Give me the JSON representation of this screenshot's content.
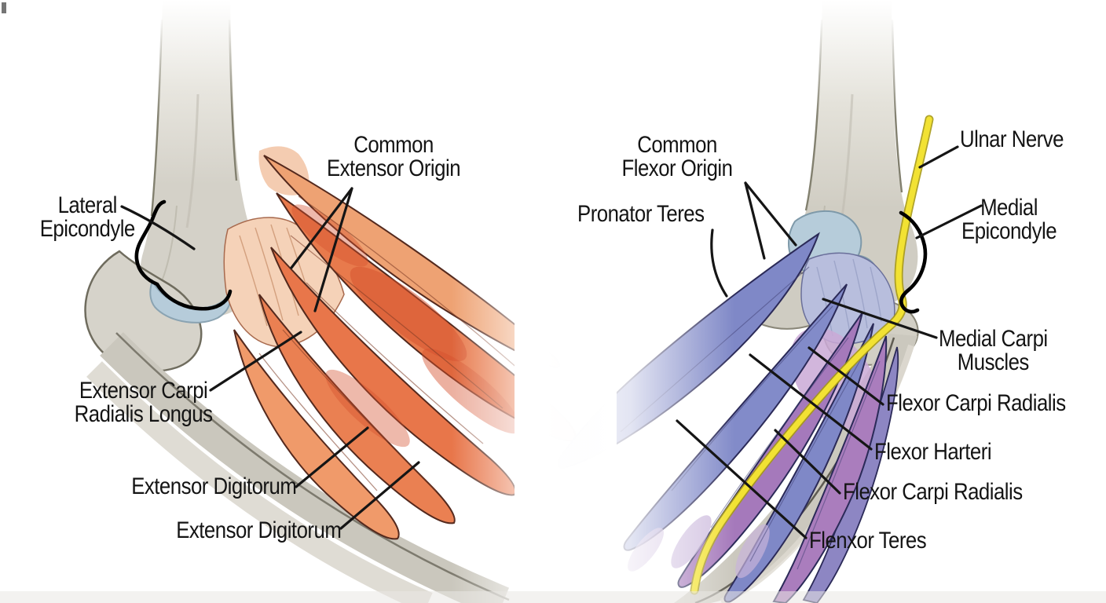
{
  "figure": {
    "type": "anatomical-diagram",
    "panels": [
      "lateral-elbow-extensors",
      "medial-elbow-flexors"
    ],
    "palette": {
      "background": "#ffffff",
      "bone": "#d4d1c8",
      "bone_outline": "#82806f",
      "cartilage_blue": "#b6ccda",
      "extensor_orange": "#e87a4c",
      "extensor_light": "#f5d2b8",
      "extensor_outline": "#54291d",
      "flexor_blue": "#7f88c7",
      "flexor_purple": "#a579bb",
      "flexor_outline": "#2b2a58",
      "ulnar_nerve_yellow": "#f2e233",
      "epicondyle_outline": "#000000",
      "label_text": "#141414",
      "leader_line": "#151515"
    }
  },
  "left_view": {
    "labels": {
      "lateral_epicondyle_1": "Lateral",
      "lateral_epicondyle_2": "Epicondyle",
      "common_extensor_origin_1": "Common",
      "common_extensor_origin_2": "Extensor Origin",
      "extensor_carpi_radialis_longus_1": "Extensor Carpi",
      "extensor_carpi_radialis_longus_2": "Radialis Longus",
      "extensor_digitorum_a": "Extensor Digitorum",
      "extensor_digitorum_b": "Extensor Digitorum"
    }
  },
  "right_view": {
    "labels": {
      "common_flexor_origin_1": "Common",
      "common_flexor_origin_2": "Flexor Origin",
      "pronator_teres": "Pronator Teres",
      "ulnar_nerve": "Ulnar Nerve",
      "medial_epicondyle_1": "Medial",
      "medial_epicondyle_2": "Epicondyle",
      "medial_carpi_muscles_1": "Medial Carpi",
      "medial_carpi_muscles_2": "Muscles",
      "flexor_carpi_radialis_a": "Flexor Carpi Radialis",
      "flexor_harteri": "Flexor Harteri",
      "flexor_carpi_radialis_b": "Flexor Carpi Radialis",
      "flenxor_teres": "Flenxor Teres"
    }
  }
}
